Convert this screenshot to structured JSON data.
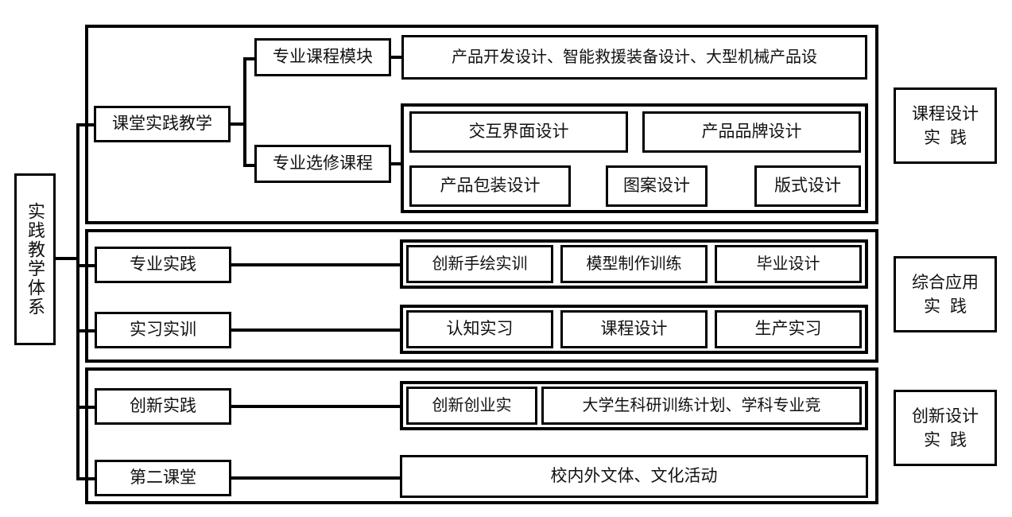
{
  "diagram": {
    "title": "实践教学体系",
    "root": {
      "label": "实践教学体系"
    },
    "sections": [
      {
        "id": "classroom",
        "category": {
          "line1": "课程设计",
          "line2": "实践"
        },
        "branches": [
          {
            "label": "课堂实践教学",
            "children": [
              {
                "label": "专业课程模块",
                "leaves": [
                  {
                    "label": "产品开发设计、智能救援装备设计、大型机械产品设"
                  }
                ]
              },
              {
                "label": "专业选修课程",
                "leaves": [
                  {
                    "label": "交互界面设计"
                  },
                  {
                    "label": "产品品牌设计"
                  },
                  {
                    "label": "产品包装设计"
                  },
                  {
                    "label": "图案设计"
                  },
                  {
                    "label": "版式设计"
                  }
                ]
              }
            ]
          }
        ]
      },
      {
        "id": "comprehensive",
        "category": {
          "line1": "综合应用",
          "line2": "实践"
        },
        "branches": [
          {
            "label": "专业实践",
            "leaves": [
              {
                "label": "创新手绘实训"
              },
              {
                "label": "模型制作训练"
              },
              {
                "label": "毕业设计"
              }
            ]
          },
          {
            "label": "实习实训",
            "leaves": [
              {
                "label": "认知实习"
              },
              {
                "label": "课程设计"
              },
              {
                "label": "生产实习"
              }
            ]
          }
        ]
      },
      {
        "id": "innovation",
        "category": {
          "line1": "创新设计",
          "line2": "实践"
        },
        "branches": [
          {
            "label": "创新实践",
            "leaves": [
              {
                "label": "创新创业实"
              },
              {
                "label": "大学生科研训练计划、学科专业竞"
              }
            ]
          },
          {
            "label": "第二课堂",
            "leaves": [
              {
                "label": "校内外文体、文化活动"
              }
            ]
          }
        ]
      }
    ]
  },
  "colors": {
    "stroke": "#000000",
    "background": "#ffffff",
    "text": "#111111"
  }
}
